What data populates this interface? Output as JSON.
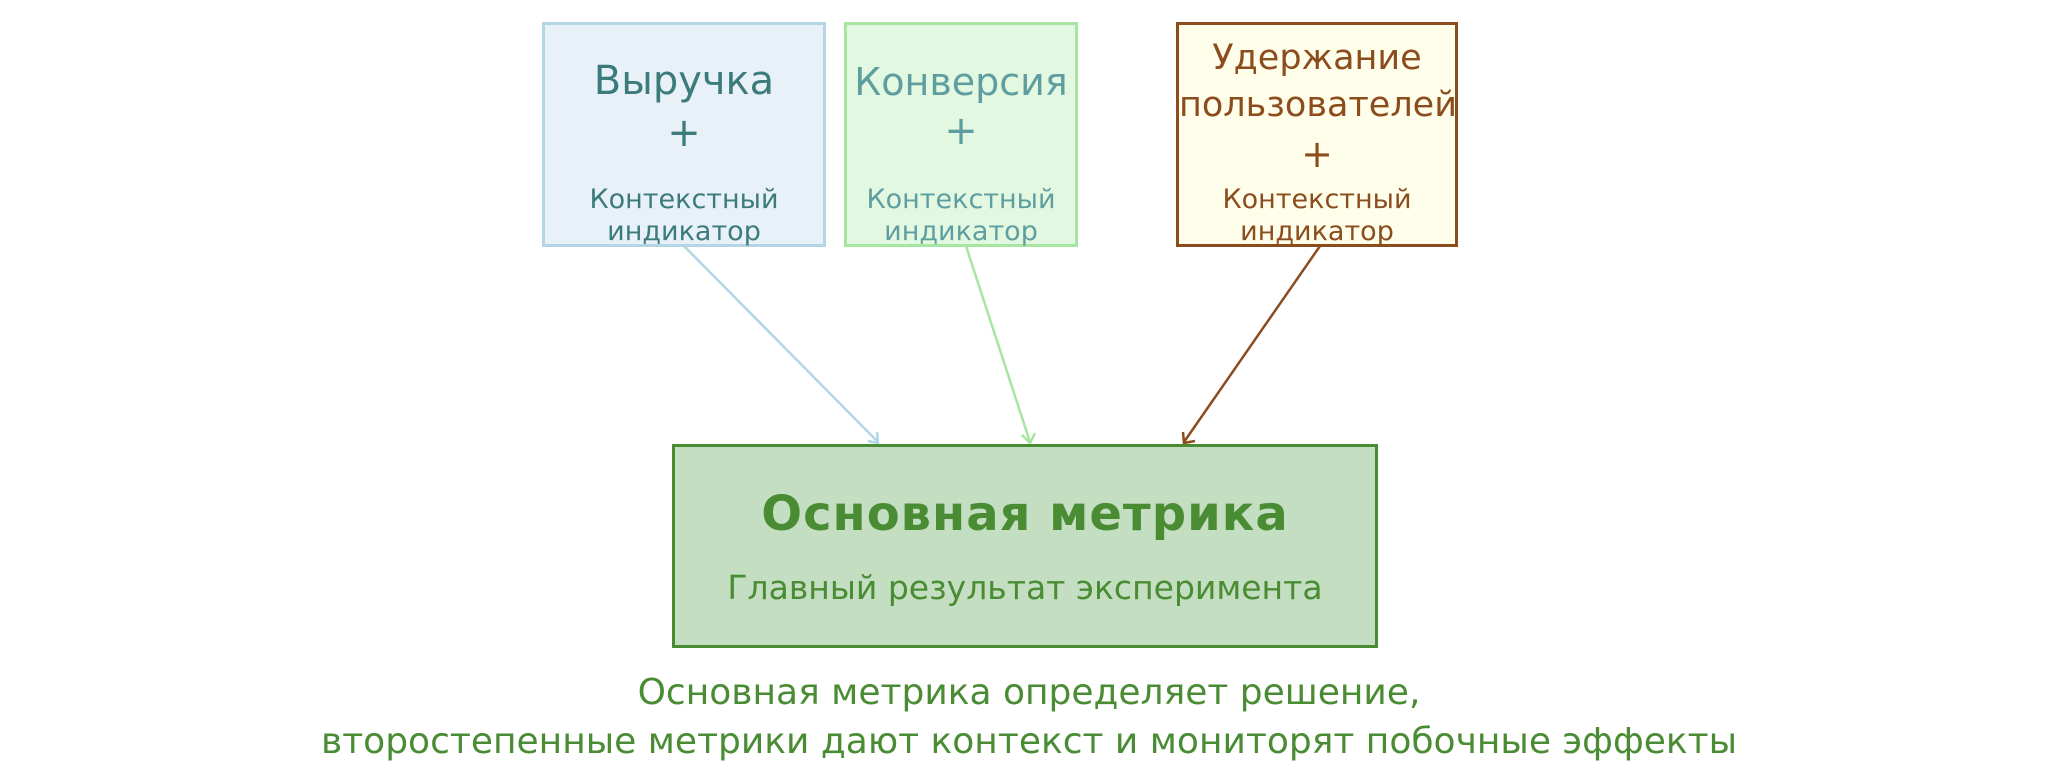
{
  "colors": {
    "revenue": {
      "fill": "#e8f1f8",
      "border": "#b4d6e4",
      "text": "#3b7b7b",
      "arrow": "#b4d6e4"
    },
    "conversion": {
      "fill": "#e2f8e0",
      "border": "#a6e6a0",
      "text": "#5f9ea0",
      "arrow": "#a6e6a0"
    },
    "retention": {
      "fill": "#fffeea",
      "border": "#8b4c1e",
      "text": "#8b4c1e",
      "arrow": "#8b4c1e"
    },
    "primary": {
      "fill": "#c3dec0",
      "border": "#4a8c34",
      "text": "#4a8c34"
    },
    "caption": "#4a8c34"
  },
  "secondary_metrics": [
    {
      "id": "revenue",
      "title_lines": [
        "Выручка"
      ],
      "plus": "+",
      "subtitle_lines": [
        "Контекстный",
        "индикатор"
      ]
    },
    {
      "id": "conversion",
      "title_lines": [
        "Конверсия"
      ],
      "plus": "+",
      "subtitle_lines": [
        "Контекстный",
        "индикатор"
      ]
    },
    {
      "id": "retention",
      "title_lines": [
        "Удержание",
        "пользователей"
      ],
      "plus": "+",
      "subtitle_lines": [
        "Контекстный",
        "индикатор"
      ]
    }
  ],
  "primary_metric": {
    "title": "Основная метрика",
    "subtitle": "Главный результат эксперимента"
  },
  "caption": {
    "line1": "Основная метрика определяет решение,",
    "line2": "второстепенные метрики дают контекст и мониторят побочные эффекты"
  }
}
